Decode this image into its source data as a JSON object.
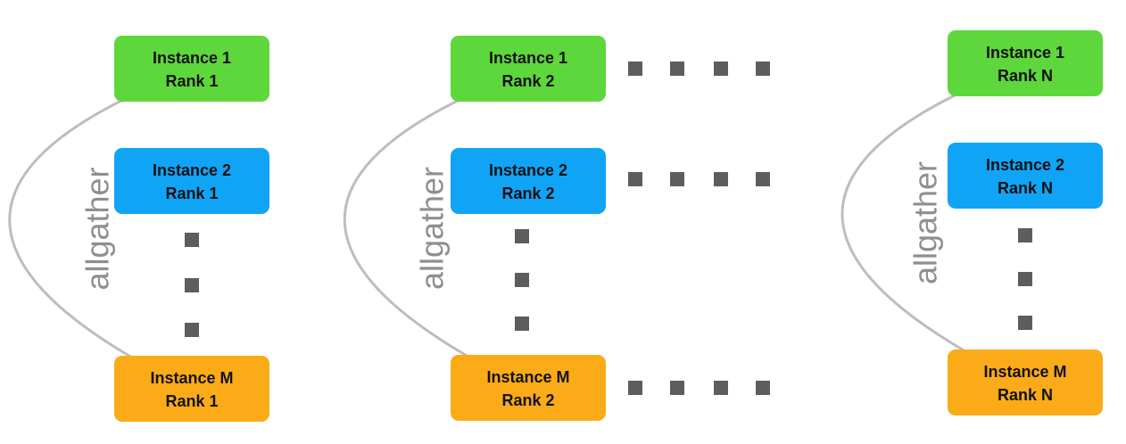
{
  "colors": {
    "instance_1": "#5ed73c",
    "instance_2": "#10a4f6",
    "instance_m": "#fbab18",
    "dot": "#5d5d5d",
    "arc": "#bdbdbd",
    "arc_label": "#8f8f8f"
  },
  "groups": [
    {
      "arc_label": "allgather",
      "boxes": [
        {
          "line1": "Instance 1",
          "line2": "Rank 1",
          "color_key": "instance_1"
        },
        {
          "line1": "Instance 2",
          "line2": "Rank 1",
          "color_key": "instance_2"
        },
        {
          "line1": "Instance M",
          "line2": "Rank 1",
          "color_key": "instance_m"
        }
      ]
    },
    {
      "arc_label": "allgather",
      "boxes": [
        {
          "line1": "Instance 1",
          "line2": "Rank 2",
          "color_key": "instance_1"
        },
        {
          "line1": "Instance 2",
          "line2": "Rank 2",
          "color_key": "instance_2"
        },
        {
          "line1": "Instance M",
          "line2": "Rank 2",
          "color_key": "instance_m"
        }
      ]
    },
    {
      "arc_label": "allgather",
      "boxes": [
        {
          "line1": "Instance 1",
          "line2": "Rank N",
          "color_key": "instance_1"
        },
        {
          "line1": "Instance 2",
          "line2": "Rank N",
          "color_key": "instance_2"
        },
        {
          "line1": "Instance M",
          "line2": "Rank N",
          "color_key": "instance_m"
        }
      ]
    }
  ]
}
